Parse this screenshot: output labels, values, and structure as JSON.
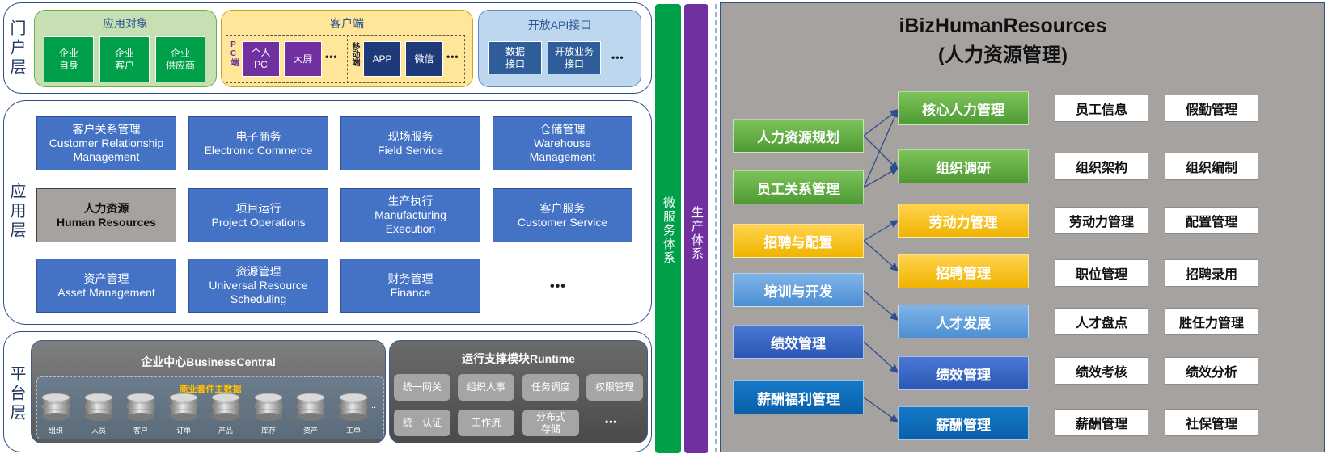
{
  "layers": {
    "portal": "门户层",
    "app": "应用层",
    "platform": "平台层"
  },
  "portal": {
    "objects": {
      "title": "应用对象",
      "items": [
        [
          "企业",
          "自身"
        ],
        [
          "企业",
          "客户"
        ],
        [
          "企业",
          "供应商"
        ]
      ]
    },
    "client": {
      "title": "客户端",
      "pc_label": "PC端",
      "pc_items": [
        [
          "个人",
          "PC"
        ],
        [
          "大屏"
        ]
      ],
      "mobile_label": "移动端",
      "mobile_items": [
        "APP",
        "微信"
      ],
      "more": "•••"
    },
    "api": {
      "title": "开放API接口",
      "items": [
        [
          "数据",
          "接口"
        ],
        [
          "开放业务",
          "接口"
        ]
      ],
      "more": "•••"
    }
  },
  "apps": [
    [
      "客户关系管理",
      "Customer Relationship",
      "Management"
    ],
    [
      "电子商务",
      "Electronic Commerce"
    ],
    [
      "现场服务",
      "Field Service"
    ],
    [
      "仓储管理",
      "Warehouse",
      "Management"
    ],
    [
      "人力资源",
      "Human Resources"
    ],
    [
      "项目运行",
      "Project Operations"
    ],
    [
      "生产执行",
      "Manufacturing",
      "Execution"
    ],
    [
      "客户服务",
      "Customer Service"
    ],
    [
      "资产管理",
      "Asset Management"
    ],
    [
      "资源管理",
      "Universal Resource",
      "Scheduling"
    ],
    [
      "财务管理",
      "Finance"
    ]
  ],
  "apps_more": "•••",
  "platform": {
    "bc_title": "企业中心BusinessCentral",
    "bc_sub": "商业套件主数据",
    "bc_items": [
      "组织",
      "人员",
      "客户",
      "订单",
      "产品",
      "库存",
      "资产",
      "工单"
    ],
    "bc_more": "...",
    "rt_title": "运行支撑模块Runtime",
    "rt_items": [
      [
        "统一网关"
      ],
      [
        "组织人事"
      ],
      [
        "任务调度"
      ],
      [
        "权限管理"
      ],
      [
        "统一认证"
      ],
      [
        "工作流"
      ],
      [
        "分布式",
        "存储"
      ]
    ],
    "rt_more": "•••"
  },
  "bars": {
    "micro": "微服务体系",
    "prod": "生产体系"
  },
  "hr": {
    "title": "iBizHumanResources",
    "subtitle": "(人力资源管理)",
    "left": [
      {
        "label": "人力资源规划",
        "color": "green"
      },
      {
        "label": "员工关系管理",
        "color": "green"
      },
      {
        "label": "招聘与配置",
        "color": "yellow"
      },
      {
        "label": "培训与开发",
        "color": "lblue"
      },
      {
        "label": "绩效管理",
        "color": "mblue"
      },
      {
        "label": "薪酬福利管理",
        "color": "dblue"
      }
    ],
    "mid": [
      {
        "label": "核心人力管理",
        "color": "green"
      },
      {
        "label": "组织调研",
        "color": "green"
      },
      {
        "label": "劳动力管理",
        "color": "yellow"
      },
      {
        "label": "招聘管理",
        "color": "yellow"
      },
      {
        "label": "人才发展",
        "color": "lblue"
      },
      {
        "label": "绩效管理",
        "color": "mblue"
      },
      {
        "label": "薪酬管理",
        "color": "dblue"
      }
    ],
    "features": [
      [
        "员工信息",
        "假勤管理"
      ],
      [
        "组织架构",
        "组织编制"
      ],
      [
        "劳动力管理",
        "配置管理"
      ],
      [
        "职位管理",
        "招聘录用"
      ],
      [
        "人才盘点",
        "胜任力管理"
      ],
      [
        "绩效考核",
        "绩效分析"
      ],
      [
        "薪酬管理",
        "社保管理"
      ]
    ]
  },
  "colors": {
    "frame": "#2f4e8c",
    "micro_bar": "#00a04a",
    "prod_bar": "#7030a0",
    "hr_bg": "#a6a2a0"
  }
}
